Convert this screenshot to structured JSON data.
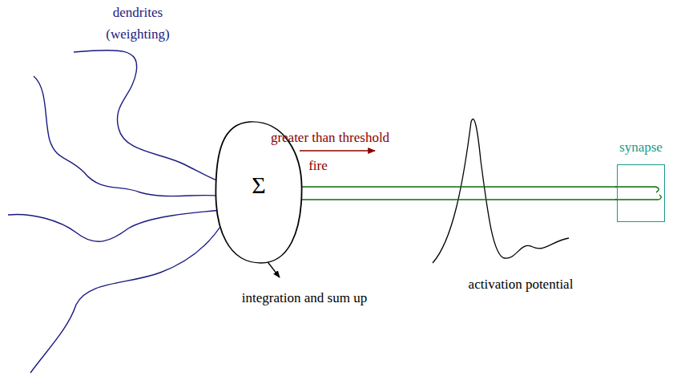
{
  "diagram": {
    "nodes": [
      {
        "text": [
          "Σ"
        ]
      },
      {
        "text": [
          "synapse"
        ]
      }
    ],
    "edges": [
      {
        "from": 0,
        "to": 1,
        "arrow": "none"
      }
    ],
    "labels": [
      "dendrites (weighting)",
      "greater than threshold",
      "fire",
      "integration and sum up",
      "activation potential"
    ]
  }
}
